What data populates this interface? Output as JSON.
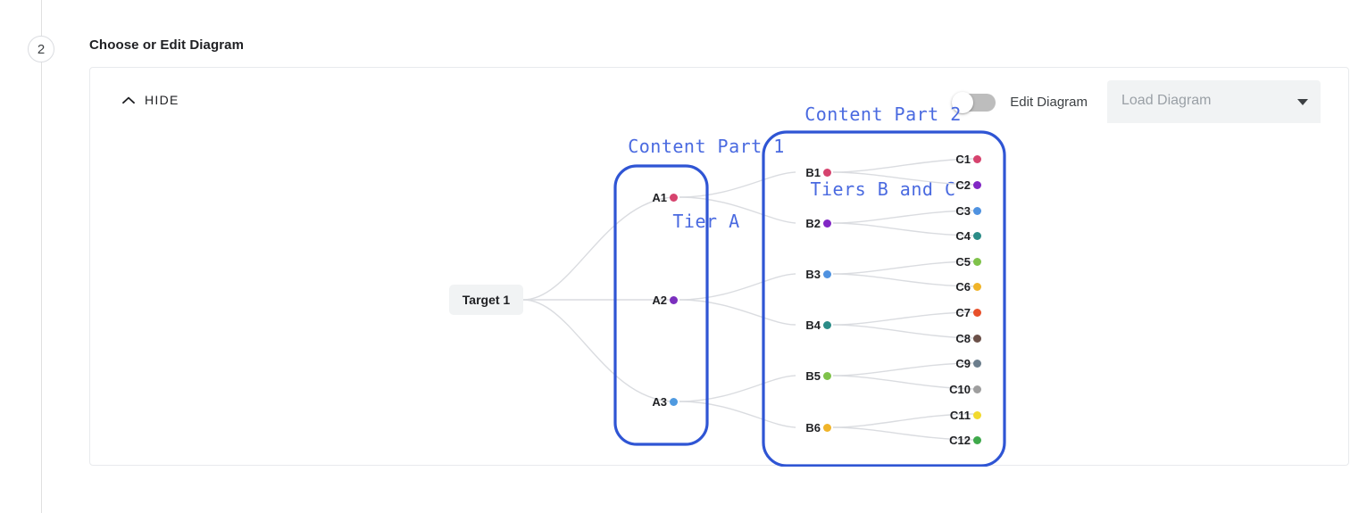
{
  "step": {
    "number": "2"
  },
  "header": {
    "title": "Choose or Edit Diagram"
  },
  "card": {
    "hide_button": {
      "label": "HIDE",
      "icon": "chevron-up-icon"
    },
    "edit_toggle": {
      "label": "Edit Diagram",
      "state": "off"
    },
    "load_select": {
      "placeholder": "Load Diagram",
      "value": "",
      "caret_icon": "chevron-down-icon"
    }
  },
  "diagram": {
    "groups": [
      {
        "id": "tier-a",
        "title_line1": "Content Part 1",
        "title_line2": "Tier A",
        "title_color": "#4a6ae0",
        "border_color": "#2f55d4"
      },
      {
        "id": "tiers-bc",
        "title_line1": "Content Part 2",
        "title_line2": "Tiers B and C",
        "title_color": "#4a6ae0",
        "border_color": "#2f55d4"
      }
    ],
    "target": {
      "label": "Target 1"
    },
    "tier_a": [
      {
        "label": "A1",
        "color": "#d6436e"
      },
      {
        "label": "A2",
        "color": "#7b2fbe"
      },
      {
        "label": "A3",
        "color": "#4f9ae0"
      }
    ],
    "tier_b": [
      {
        "label": "B1",
        "color": "#d6436e"
      },
      {
        "label": "B2",
        "color": "#8127c4"
      },
      {
        "label": "B3",
        "color": "#4f92e0"
      },
      {
        "label": "B4",
        "color": "#2b8c87"
      },
      {
        "label": "B5",
        "color": "#7fc24a"
      },
      {
        "label": "B6",
        "color": "#f0b429"
      }
    ],
    "tier_c": [
      {
        "label": "C1",
        "color": "#d6436e"
      },
      {
        "label": "C2",
        "color": "#8127c4"
      },
      {
        "label": "C3",
        "color": "#4f92e0"
      },
      {
        "label": "C4",
        "color": "#2b8c87"
      },
      {
        "label": "C5",
        "color": "#7fc24a"
      },
      {
        "label": "C6",
        "color": "#f0b429"
      },
      {
        "label": "C7",
        "color": "#e8502a"
      },
      {
        "label": "C8",
        "color": "#6b5048"
      },
      {
        "label": "C9",
        "color": "#6b7d8c"
      },
      {
        "label": "C10",
        "color": "#9e9e9e"
      },
      {
        "label": "C11",
        "color": "#f2da2e"
      },
      {
        "label": "C12",
        "color": "#3fa94b"
      }
    ],
    "links": [
      {
        "from": "target",
        "to": "A1"
      },
      {
        "from": "target",
        "to": "A2"
      },
      {
        "from": "target",
        "to": "A3"
      },
      {
        "from": "A1",
        "to": "B1"
      },
      {
        "from": "A1",
        "to": "B2"
      },
      {
        "from": "A2",
        "to": "B3"
      },
      {
        "from": "A2",
        "to": "B4"
      },
      {
        "from": "A3",
        "to": "B5"
      },
      {
        "from": "A3",
        "to": "B6"
      },
      {
        "from": "B1",
        "to": "C1"
      },
      {
        "from": "B1",
        "to": "C2"
      },
      {
        "from": "B2",
        "to": "C3"
      },
      {
        "from": "B2",
        "to": "C4"
      },
      {
        "from": "B3",
        "to": "C5"
      },
      {
        "from": "B3",
        "to": "C6"
      },
      {
        "from": "B4",
        "to": "C7"
      },
      {
        "from": "B4",
        "to": "C8"
      },
      {
        "from": "B5",
        "to": "C9"
      },
      {
        "from": "B5",
        "to": "C10"
      },
      {
        "from": "B6",
        "to": "C11"
      },
      {
        "from": "B6",
        "to": "C12"
      }
    ]
  }
}
